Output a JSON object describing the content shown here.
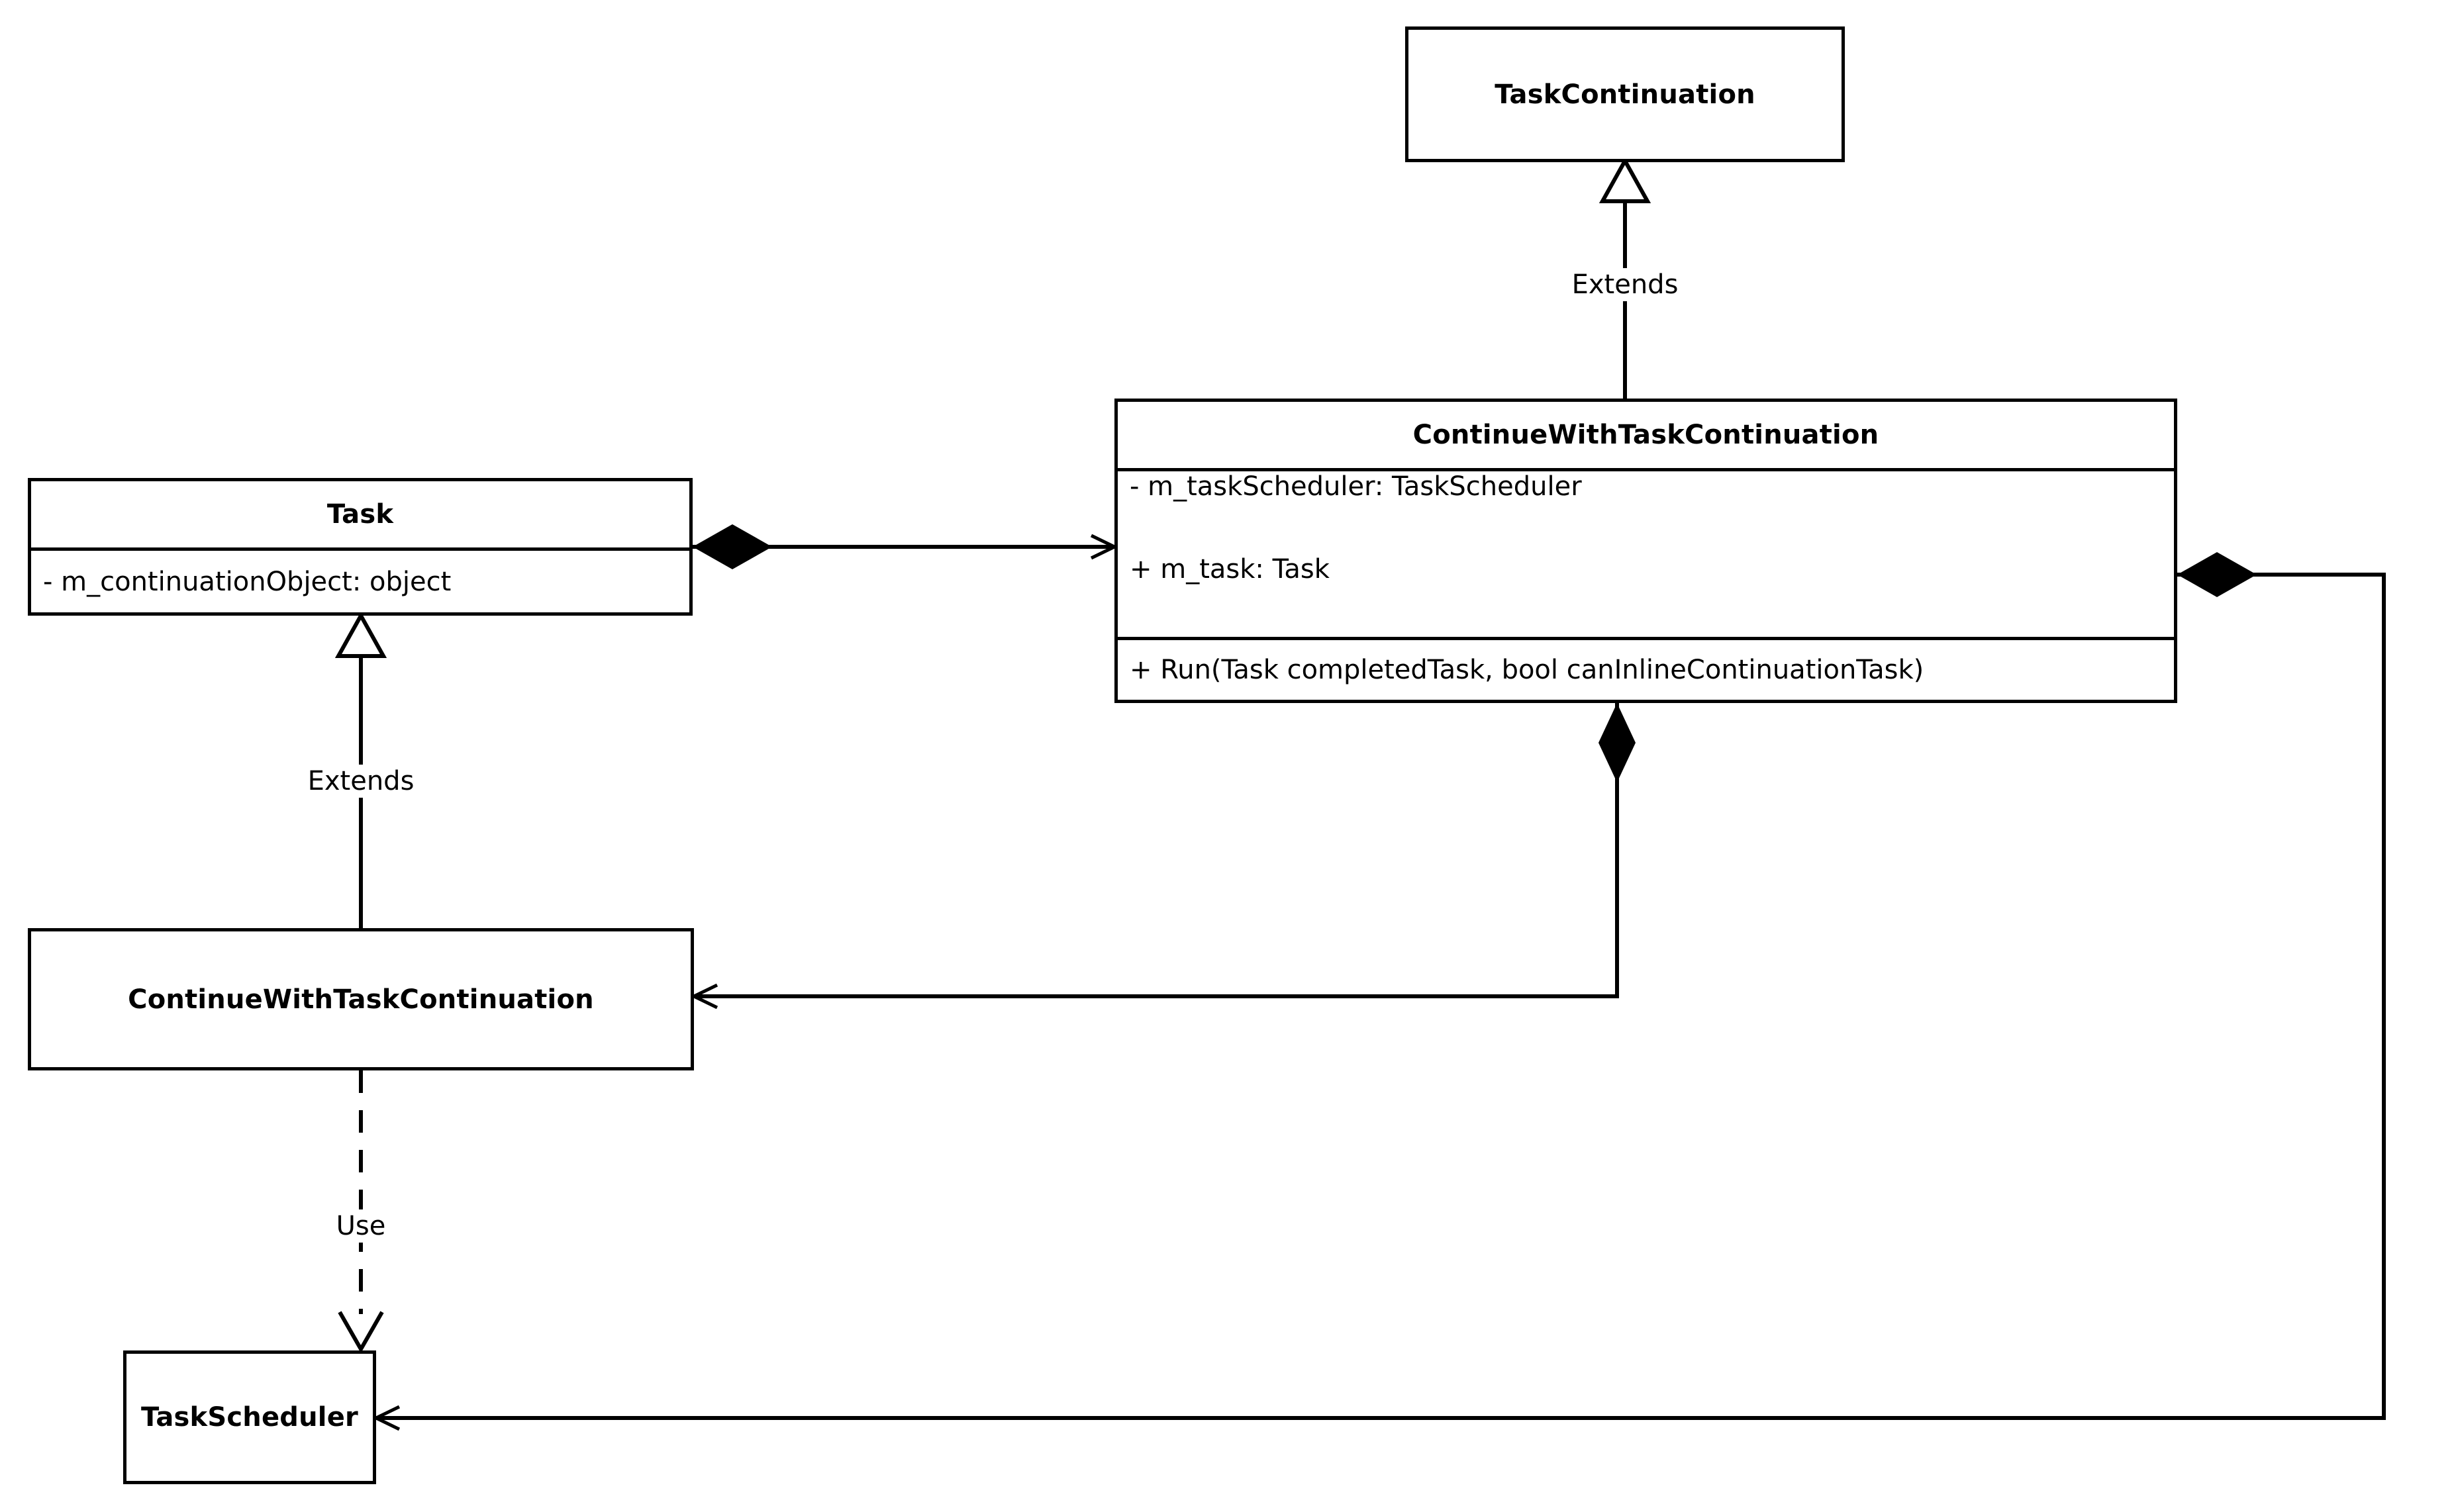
{
  "diagram": {
    "type": "uml-class-diagram",
    "background_color": "#ffffff",
    "line_color": "#000000",
    "classes": [
      {
        "id": "task-continuation",
        "name": "TaskContinuation",
        "attributes": [],
        "operations": []
      },
      {
        "id": "task",
        "name": "Task",
        "attributes": [
          "- m_continuationObject: object"
        ],
        "operations": []
      },
      {
        "id": "cwtc-main",
        "name": "ContinueWithTaskContinuation",
        "attributes": [
          "- m_taskScheduler: TaskScheduler",
          "+ m_task: Task"
        ],
        "operations": [
          "+ Run(Task completedTask, bool canInlineContinuationTask)"
        ]
      },
      {
        "id": "cwtc-sub",
        "name": "ContinueWithTaskContinuation",
        "attributes": [],
        "operations": []
      },
      {
        "id": "task-scheduler",
        "name": "TaskScheduler",
        "attributes": [],
        "operations": []
      }
    ],
    "relationships": [
      {
        "id": "rel-extends-top",
        "label": "Extends",
        "kind": "generalization",
        "from": "cwtc-main",
        "to": "task-continuation"
      },
      {
        "id": "rel-extends-left",
        "label": "Extends",
        "kind": "generalization",
        "from": "cwtc-sub",
        "to": "task"
      },
      {
        "id": "rel-use",
        "label": "Use",
        "kind": "dependency",
        "from": "cwtc-sub",
        "to": "task-scheduler"
      },
      {
        "id": "rel-task-composes-cwtc",
        "label": "",
        "kind": "composition",
        "from": "task",
        "to": "cwtc-main"
      },
      {
        "id": "rel-cwtc-composes-sub",
        "label": "",
        "kind": "composition",
        "from": "cwtc-main",
        "to": "cwtc-sub"
      },
      {
        "id": "rel-cwtc-composes-scheduler",
        "label": "",
        "kind": "composition",
        "from": "cwtc-main",
        "to": "task-scheduler"
      }
    ],
    "labels": {
      "extends_top": "Extends",
      "extends_left": "Extends",
      "use": "Use"
    }
  }
}
